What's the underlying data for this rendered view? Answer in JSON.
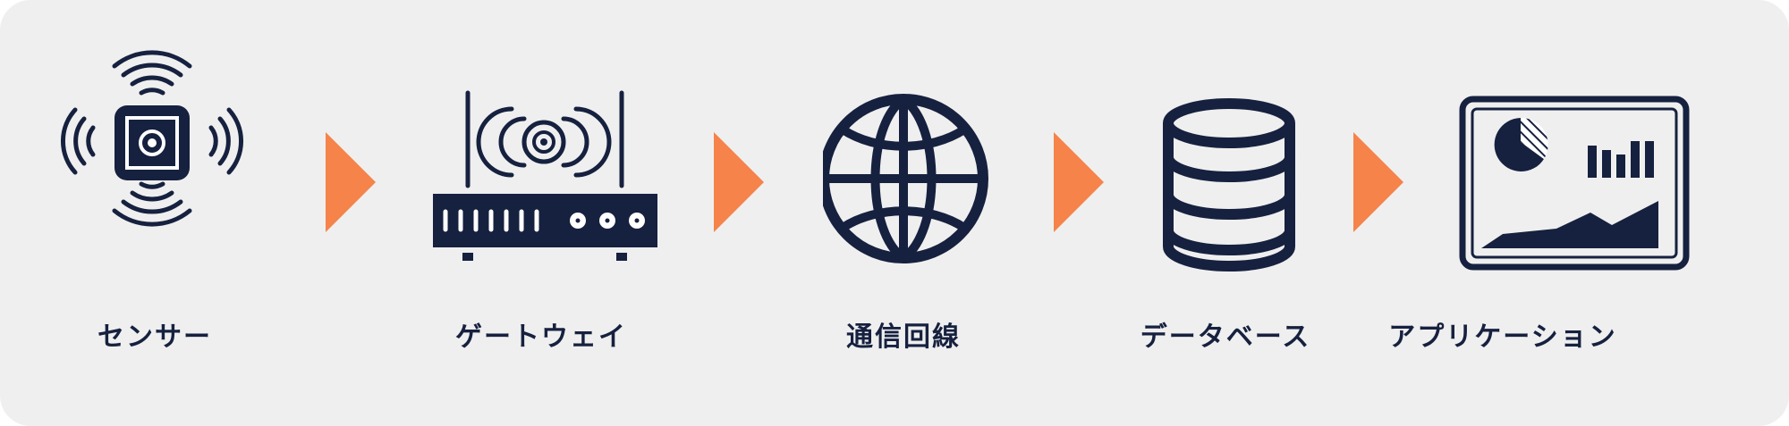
{
  "colors": {
    "navy": "#16213f",
    "orange": "#f5834a",
    "panel": "#efefef"
  },
  "steps": [
    {
      "label": "センサー",
      "icon": "sensor-icon"
    },
    {
      "label": "ゲートウェイ",
      "icon": "router-icon"
    },
    {
      "label": "通信回線",
      "icon": "globe-icon"
    },
    {
      "label": "データベース",
      "icon": "database-icon"
    },
    {
      "label": "アプリケーション",
      "icon": "dashboard-icon"
    }
  ],
  "connector_icon": "arrow-right-icon"
}
